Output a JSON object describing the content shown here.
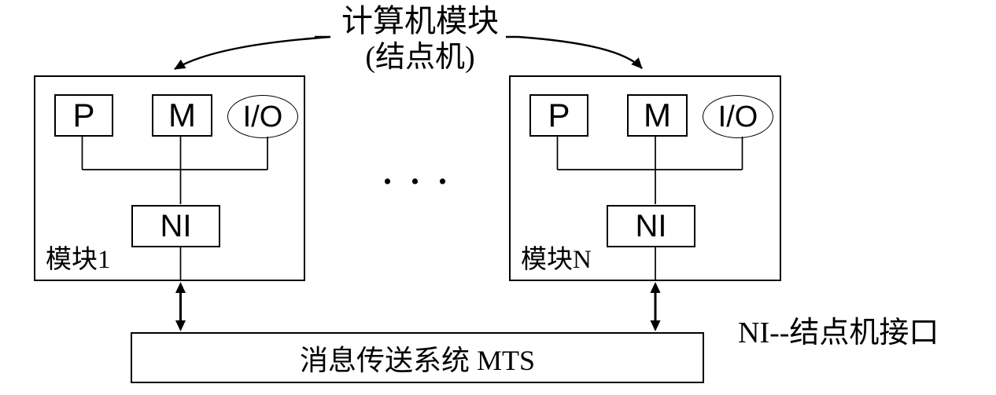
{
  "title": {
    "line1": "计算机模块",
    "line2": "(结点机)"
  },
  "modules": [
    {
      "label": "模块1",
      "processor": "P",
      "memory": "M",
      "io": "I/O",
      "ni": "NI"
    },
    {
      "label": "模块N",
      "processor": "P",
      "memory": "M",
      "io": "I/O",
      "ni": "NI"
    }
  ],
  "ellipsis": "...",
  "mts": {
    "label": "消息传送系统 MTS"
  },
  "legend": {
    "text": "NI--结点机接口"
  },
  "colors": {
    "ink": "#000000",
    "background": "#ffffff"
  }
}
